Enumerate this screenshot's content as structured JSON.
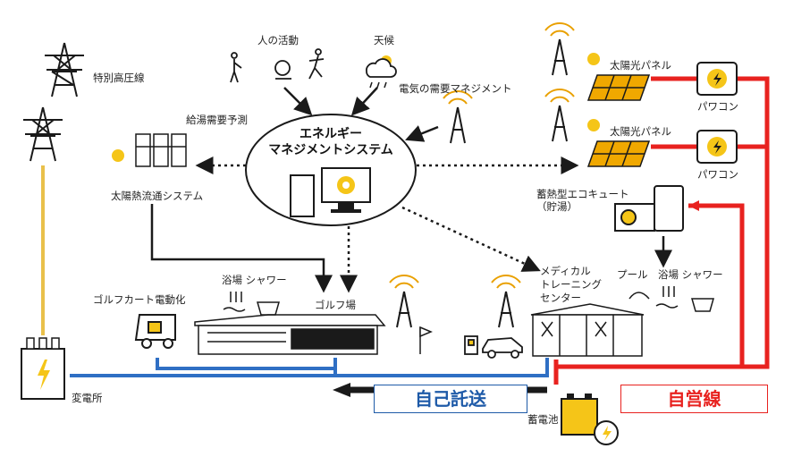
{
  "labels": {
    "extra_high_voltage": "特別高圧線",
    "human_activity": "人の活動",
    "weather": "天候",
    "power_demand_mgmt": "電気の需要マネジメント",
    "hot_water_forecast": "給湯需要予測",
    "ems_line1": "エネルギー",
    "ems_line2": "マネジメントシステム",
    "solar_thermal": "太陽熱流通システム",
    "solar_panel_1": "太陽光パネル",
    "solar_panel_2": "太陽光パネル",
    "power_conditioner_1": "パワコン",
    "power_conditioner_2": "パワコン",
    "ecocute_line1": "蓄熱型エコキュート",
    "ecocute_line2": "（貯湯）",
    "pool": "プール",
    "bath_shower_right": "浴場 シャワー",
    "bath_shower_left": "浴場 シャワー",
    "golf_cart": "ゴルフカート電動化",
    "golf_course": "ゴルフ場",
    "medical_line1": "メディカル",
    "medical_line2": "トレーニング",
    "medical_line3": "センター",
    "substation": "変電所",
    "battery": "蓄電池",
    "self_wheeling": "自己託送",
    "private_line": "自営線"
  },
  "colors": {
    "blue_line": "#2f6fc4",
    "red_line": "#e8221f",
    "yellow": "#f5c518",
    "dark": "#1a1a1a"
  }
}
